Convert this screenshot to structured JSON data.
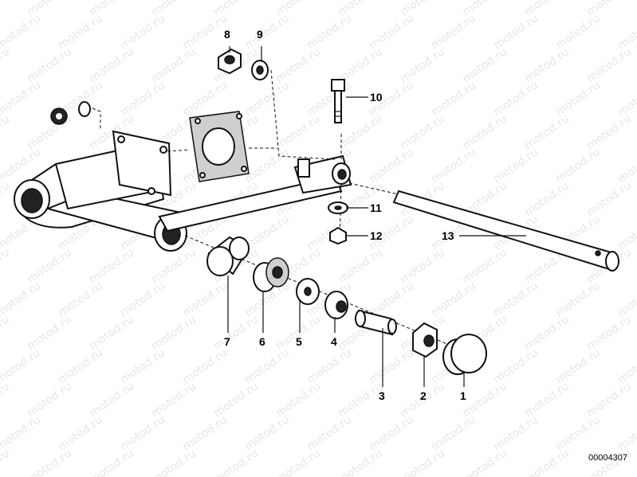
{
  "watermark": "motod.ru",
  "document_number": "00004307",
  "callouts": {
    "c1": "1",
    "c2": "2",
    "c3": "3",
    "c4": "4",
    "c5": "5",
    "c6": "6",
    "c7": "7",
    "c8": "8",
    "c9": "9",
    "c10": "10",
    "c11": "11",
    "c12": "12",
    "c13": "13"
  }
}
